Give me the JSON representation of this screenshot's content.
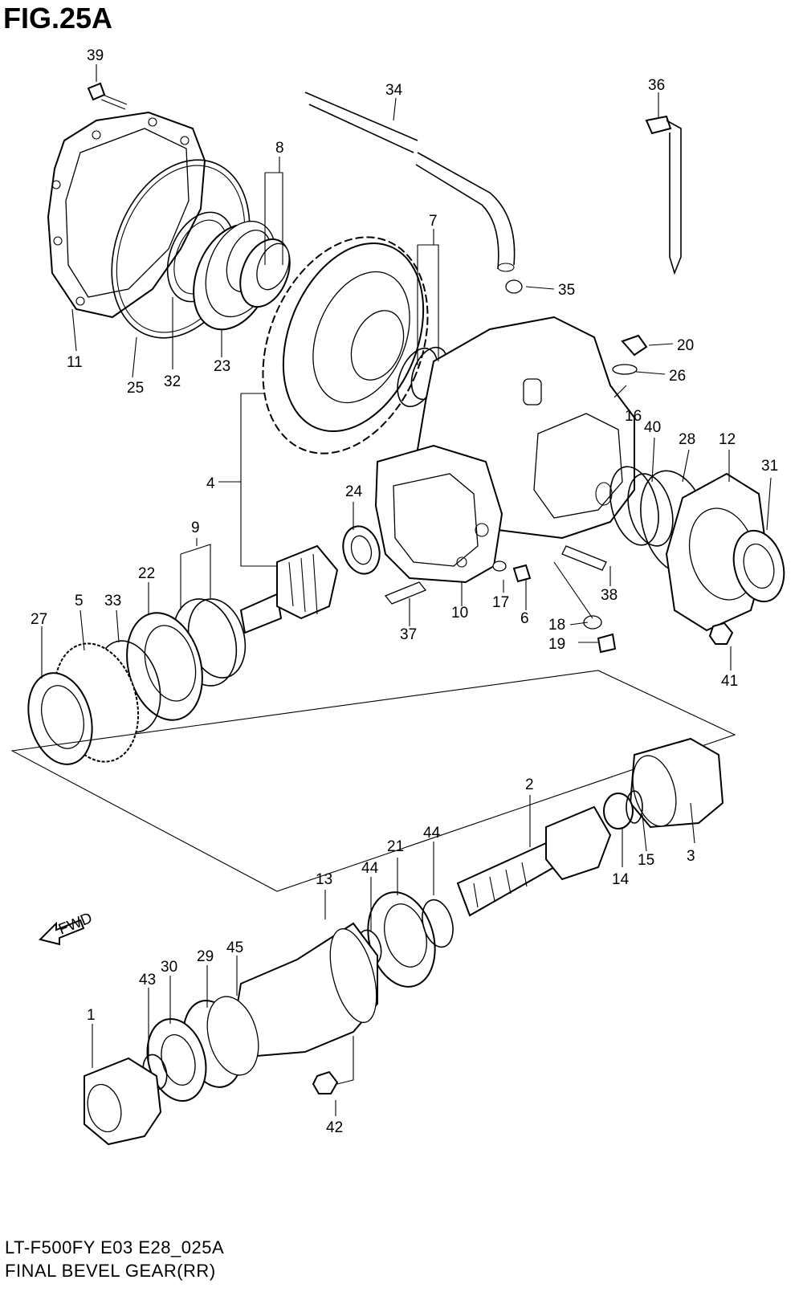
{
  "figure": {
    "title": "FIG.25A",
    "model_code": "LT-F500FY E03 E28_025A",
    "name": "FINAL BEVEL GEAR(RR)",
    "direction_label": "FWD"
  },
  "callouts": {
    "c1": "1",
    "c2": "2",
    "c3": "3",
    "c4": "4",
    "c5": "5",
    "c6": "6",
    "c7": "7",
    "c8": "8",
    "c9": "9",
    "c10": "10",
    "c11": "11",
    "c12": "12",
    "c13": "13",
    "c14": "14",
    "c15": "15",
    "c16": "16",
    "c17": "17",
    "c18": "18",
    "c19": "19",
    "c20": "20",
    "c21": "21",
    "c22": "22",
    "c23": "23",
    "c24": "24",
    "c25": "25",
    "c26": "26",
    "c27": "27",
    "c28": "28",
    "c29": "29",
    "c30": "30",
    "c31": "31",
    "c32": "32",
    "c33": "33",
    "c34": "34",
    "c35": "35",
    "c36": "36",
    "c37": "37",
    "c38": "38",
    "c39": "39",
    "c40": "40",
    "c41": "41",
    "c42": "42",
    "c43": "43",
    "c44a": "44",
    "c44b": "44",
    "c45": "45"
  }
}
